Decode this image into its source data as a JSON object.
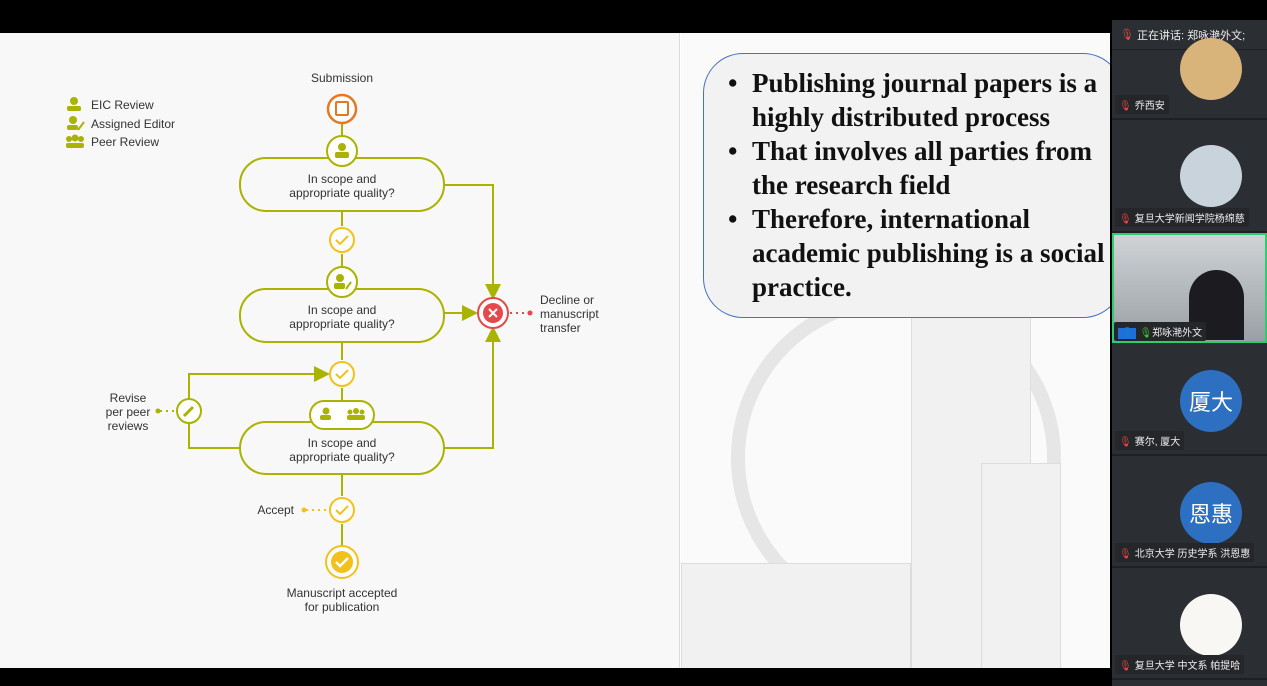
{
  "flowchart": {
    "legend": [
      {
        "label": "EIC Review",
        "icon": "person-icon"
      },
      {
        "label": "Assigned Editor",
        "icon": "person-edit-icon"
      },
      {
        "label": "Peer Review",
        "icon": "people-icon"
      }
    ],
    "submission": "Submission",
    "step_lines": [
      "In scope and",
      "appropriate quality?"
    ],
    "decline": [
      "Decline or",
      "manuscript",
      "transfer"
    ],
    "revise": [
      "Revise",
      "per peer",
      "reviews"
    ],
    "accept": "Accept",
    "final": [
      "Manuscript accepted",
      "for publication"
    ],
    "colors": {
      "olive": "#a9b300",
      "orange": "#e87722",
      "red": "#e5484d",
      "yellow": "#f3c11b"
    }
  },
  "slide": {
    "bullets": [
      "Publishing journal papers is a highly distributed process",
      "That involves all parties from the research field",
      "Therefore, international academic publishing is a social practice."
    ],
    "border_color": "#4472c4"
  },
  "sidebar": {
    "speaking": "正在讲话: 郑咏滟外文;",
    "participants": [
      {
        "name": "乔西安",
        "avatar": "photo"
      },
      {
        "name": "复旦大学新闻学院杨绵慈",
        "avatar": "photo"
      },
      {
        "name": "郑咏滟外文",
        "avatar": "video"
      },
      {
        "name": "赛尔, 厦大",
        "avatar_text": "厦大"
      },
      {
        "name": "北京大学 历史学系 洪恩惠",
        "avatar_text": "恩惠"
      },
      {
        "name": "复旦大学 中文系 帕提哈",
        "avatar": "blank"
      }
    ]
  }
}
